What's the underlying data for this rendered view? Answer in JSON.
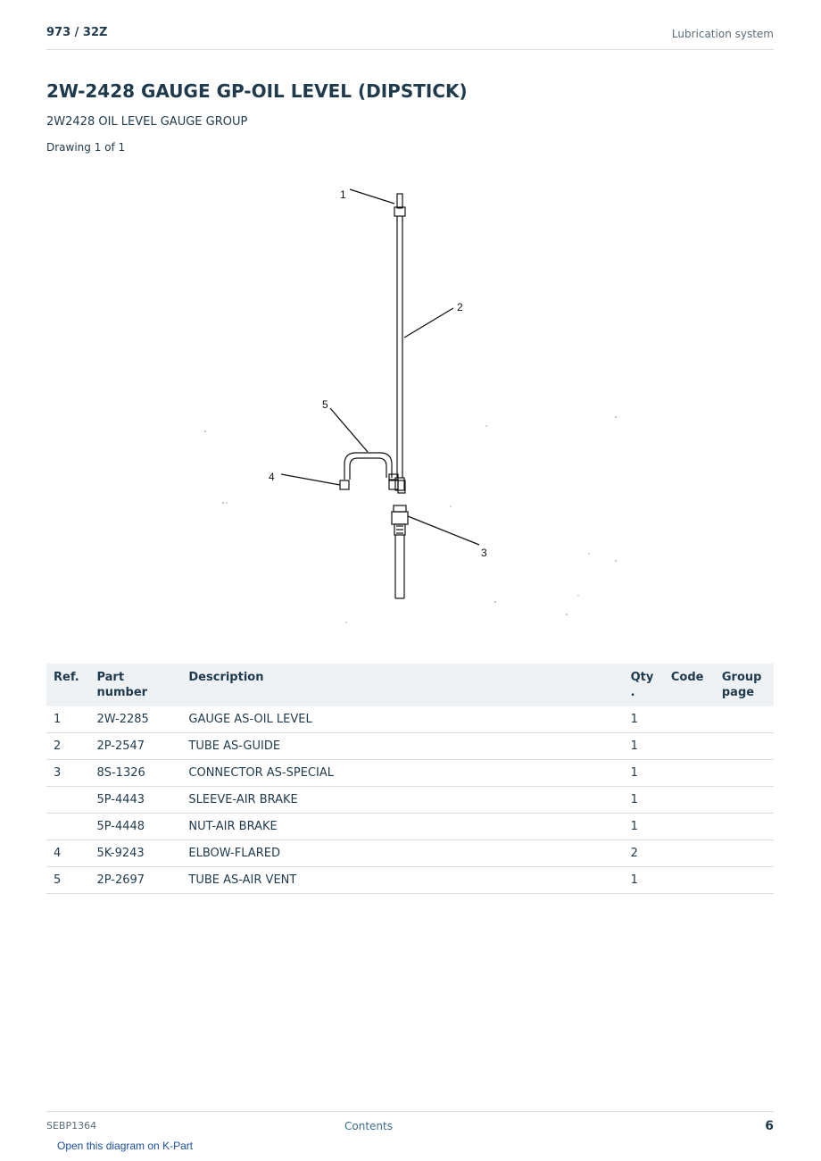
{
  "header": {
    "model": "973  /  32Z",
    "section": "Lubrication system"
  },
  "title": "2W-2428 GAUGE GP-OIL LEVEL (DIPSTICK)",
  "subtitle": "2W2428 OIL LEVEL GAUGE GROUP",
  "drawing_count": "Drawing 1 of 1",
  "diagram": {
    "callouts": [
      "1",
      "2",
      "3",
      "4",
      "5"
    ]
  },
  "table": {
    "headers": {
      "ref": "Ref.",
      "part_number": "Part number",
      "description": "Description",
      "qty": "Qty .",
      "code": "Code",
      "group_page": "Group page"
    },
    "rows": [
      {
        "ref": "1",
        "part_number": "2W-2285",
        "description": "GAUGE AS-OIL LEVEL",
        "qty": "1",
        "code": "",
        "group_page": ""
      },
      {
        "ref": "2",
        "part_number": "2P-2547",
        "description": "TUBE AS-GUIDE",
        "qty": "1",
        "code": "",
        "group_page": ""
      },
      {
        "ref": "3",
        "part_number": "8S-1326",
        "description": "CONNECTOR AS-SPECIAL",
        "qty": "1",
        "code": "",
        "group_page": ""
      },
      {
        "ref": "",
        "part_number": "5P-4443",
        "description": "SLEEVE-AIR BRAKE",
        "qty": "1",
        "code": "",
        "group_page": ""
      },
      {
        "ref": "",
        "part_number": "5P-4448",
        "description": "NUT-AIR BRAKE",
        "qty": "1",
        "code": "",
        "group_page": ""
      },
      {
        "ref": "4",
        "part_number": "5K-9243",
        "description": "ELBOW-FLARED",
        "qty": "2",
        "code": "",
        "group_page": ""
      },
      {
        "ref": "5",
        "part_number": "2P-2697",
        "description": "TUBE AS-AIR VENT",
        "qty": "1",
        "code": "",
        "group_page": ""
      }
    ]
  },
  "footer": {
    "doc_id": "SEBP1364",
    "contents_link": "Contents",
    "page_number": "6"
  },
  "kpart_link": "Open this diagram on K-Part"
}
